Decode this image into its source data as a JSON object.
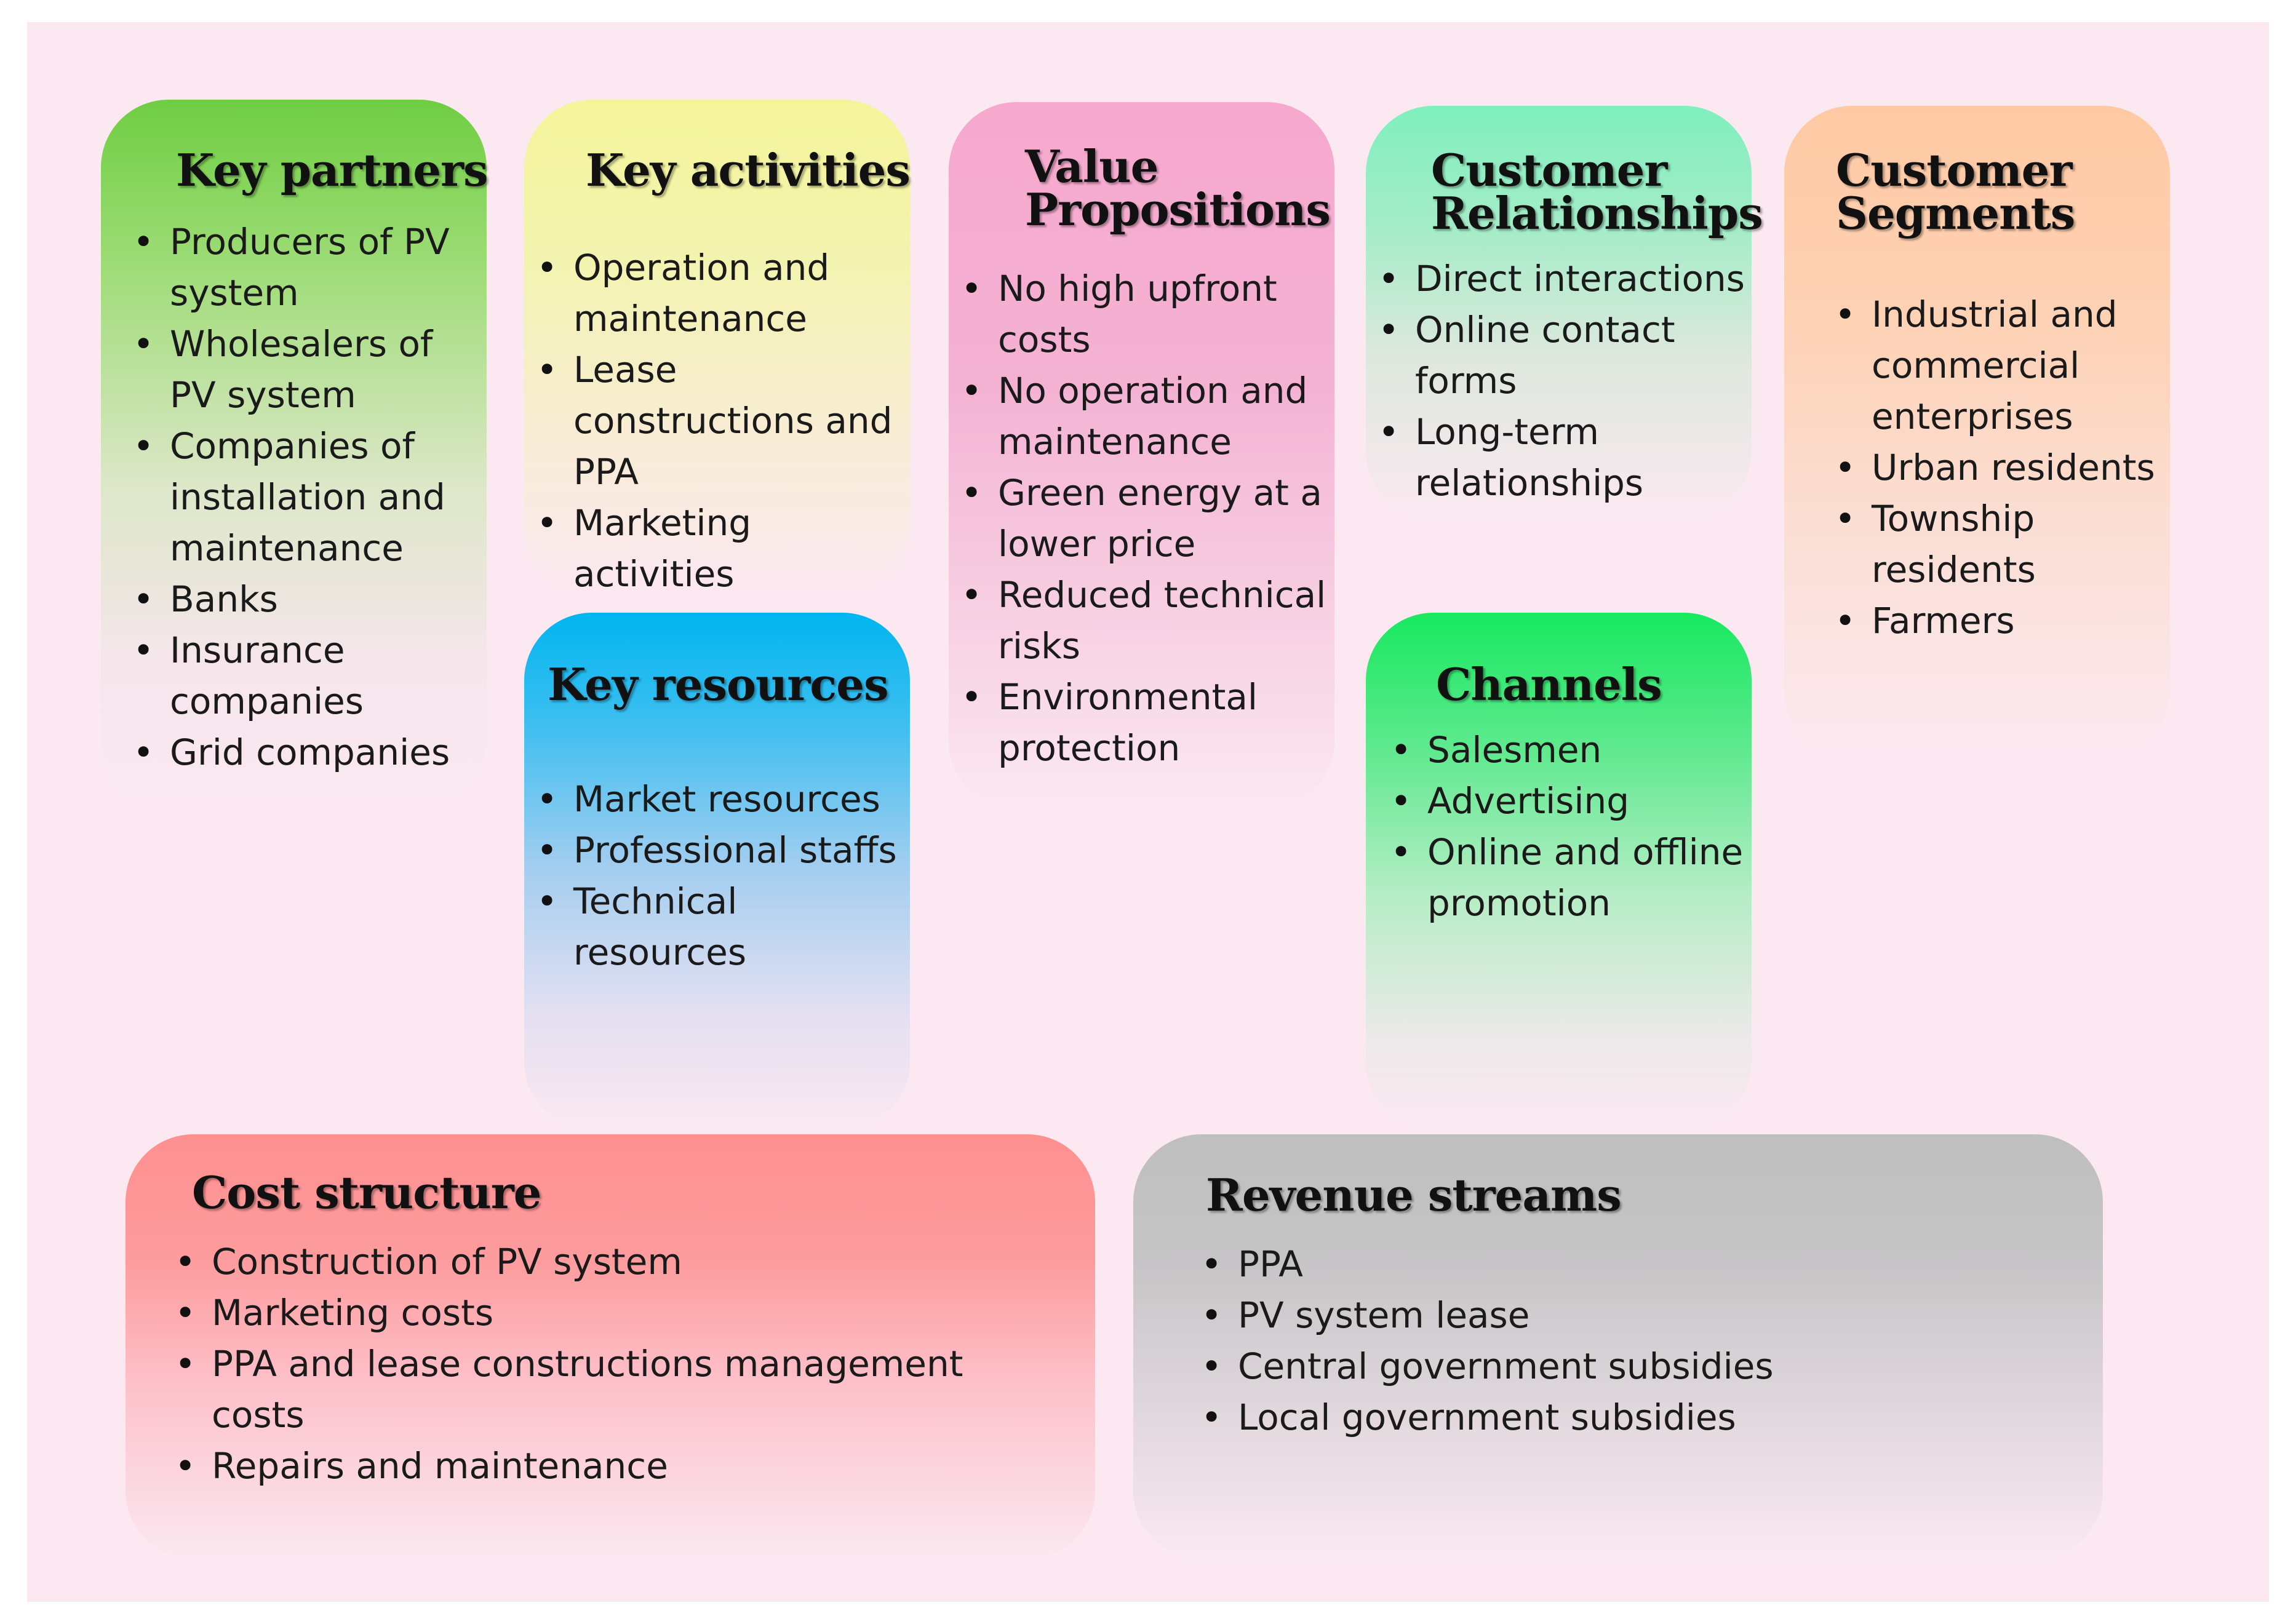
{
  "blocks": {
    "key_partners": {
      "title": "Key partners",
      "items": [
        "Producers of PV system",
        "Wholesalers of PV system",
        "Companies of installation and maintenance",
        "Banks",
        "Insurance companies",
        "Grid companies"
      ]
    },
    "key_activities": {
      "title": "Key activities",
      "items": [
        "Operation and maintenance",
        "Lease constructions and PPA",
        "Marketing activities"
      ]
    },
    "key_resources": {
      "title": "Key resources",
      "items": [
        "Market resources",
        "Professional staffs",
        "Technical resources"
      ]
    },
    "value_propositions": {
      "title_line1": "Value",
      "title_line2": "Propositions",
      "items": [
        "No high upfront costs",
        "No operation and maintenance",
        "Green energy at a lower  price",
        "Reduced  technical risks",
        "Environmental protection"
      ]
    },
    "customer_relationships": {
      "title_line1": "Customer",
      "title_line2": "Relationships",
      "items": [
        "Direct interactions",
        "Online contact forms",
        "Long-term relationships"
      ]
    },
    "channels": {
      "title": "Channels",
      "items": [
        "Salesmen",
        "Advertising",
        "Online and offline promotion"
      ]
    },
    "customer_segments": {
      "title_line1": "Customer",
      "title_line2": "Segments",
      "items": [
        "Industrial and commercial enterprises",
        "Urban residents",
        "Township residents",
        "Farmers"
      ]
    },
    "cost_structure": {
      "title": "Cost structure",
      "items": [
        "Construction of PV system",
        "Marketing costs",
        "PPA  and lease constructions management costs",
        "Repairs and maintenance"
      ]
    },
    "revenue_streams": {
      "title": "Revenue streams",
      "items": [
        "PPA",
        "PV system lease",
        "Central government subsidies",
        "Local government subsidies"
      ]
    }
  },
  "colors": {
    "background": "#fbe8f1",
    "key_partners": "#6fce42",
    "key_activities": "#f4f59a",
    "key_resources": "#00b5ef",
    "value_propositions": "#f6a8cd",
    "customer_relationships": "#7ff0bd",
    "channels": "#17e95f",
    "customer_segments": "#ffc9a3",
    "cost_structure": "#fe8f8f",
    "revenue_streams": "#bfbfbf"
  }
}
